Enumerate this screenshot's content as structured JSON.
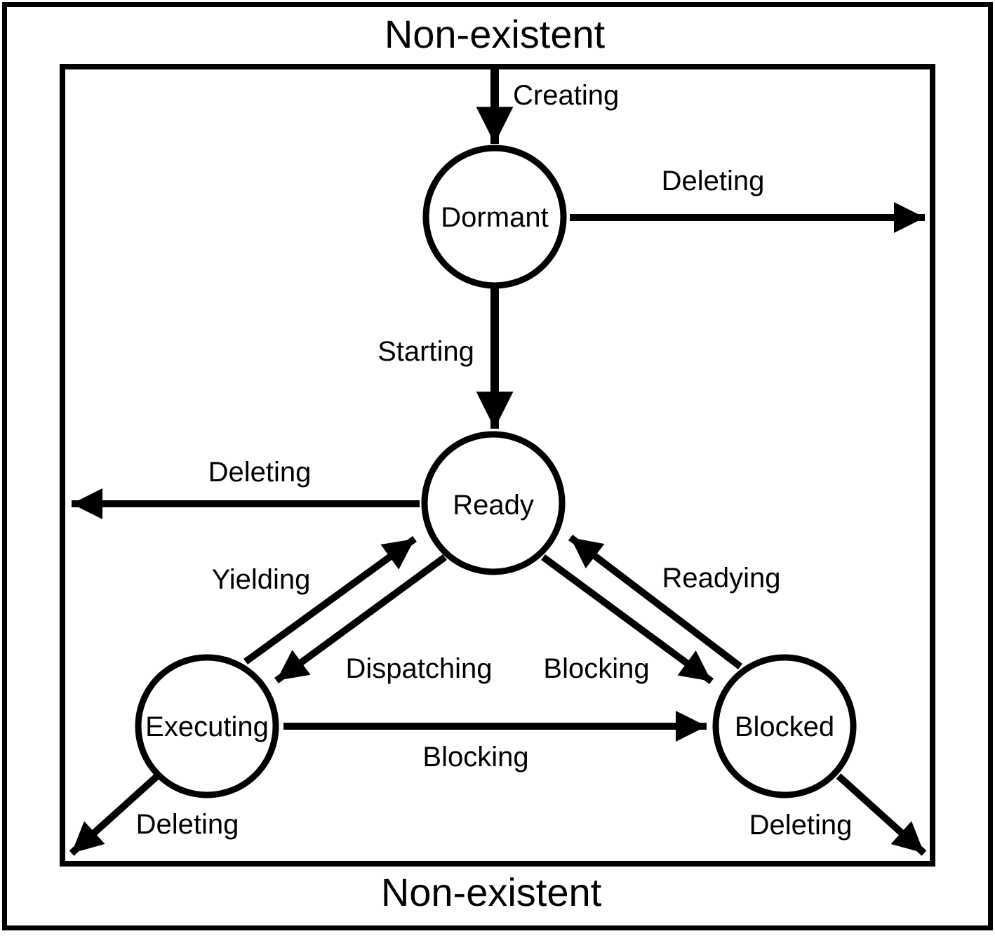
{
  "diagram": {
    "type": "state-transition-diagram",
    "colors": {
      "stroke": "#000000",
      "background": "#ffffff"
    },
    "boundary": {
      "top_label": "Non-existent",
      "bottom_label": "Non-existent"
    },
    "states": {
      "dormant": {
        "label": "Dormant"
      },
      "ready": {
        "label": "Ready"
      },
      "executing": {
        "label": "Executing"
      },
      "blocked": {
        "label": "Blocked"
      }
    },
    "transitions": {
      "creating": {
        "label": "Creating",
        "from": "Non-existent",
        "to": "Dormant"
      },
      "deleting_dormant": {
        "label": "Deleting",
        "from": "Dormant",
        "to": "Non-existent"
      },
      "starting": {
        "label": "Starting",
        "from": "Dormant",
        "to": "Ready"
      },
      "deleting_ready": {
        "label": "Deleting",
        "from": "Ready",
        "to": "Non-existent"
      },
      "yielding": {
        "label": "Yielding",
        "from": "Executing",
        "to": "Ready"
      },
      "dispatching": {
        "label": "Dispatching",
        "from": "Ready",
        "to": "Executing"
      },
      "readying": {
        "label": "Readying",
        "from": "Blocked",
        "to": "Ready"
      },
      "blocking_ready": {
        "label": "Blocking",
        "from": "Ready",
        "to": "Blocked"
      },
      "blocking_executing": {
        "label": "Blocking",
        "from": "Executing",
        "to": "Blocked"
      },
      "deleting_executing": {
        "label": "Deleting",
        "from": "Executing",
        "to": "Non-existent"
      },
      "deleting_blocked": {
        "label": "Deleting",
        "from": "Blocked",
        "to": "Non-existent"
      }
    }
  }
}
